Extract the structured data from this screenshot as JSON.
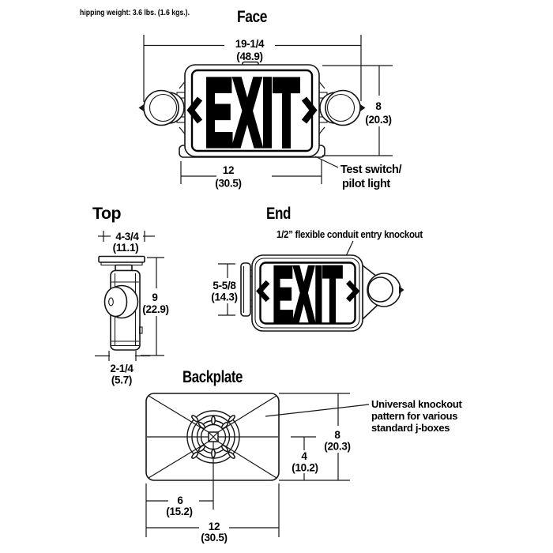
{
  "header": {
    "shipping_weight": "hipping weight: 3.6 lbs. (1.6 kgs.)."
  },
  "face": {
    "title": "Face",
    "sign_text": "EXIT",
    "dim_width": {
      "in": "19-1/4",
      "cm": "(48.9)"
    },
    "dim_height": {
      "in": "8",
      "cm": "(20.3)"
    },
    "dim_body_width": {
      "in": "12",
      "cm": "(30.5)"
    },
    "callout": {
      "line1": "Test switch/",
      "line2": "pilot light"
    }
  },
  "top": {
    "title": "Top",
    "dim_width": {
      "in": "4-3/4",
      "cm": "(11.1)"
    },
    "dim_height": {
      "in": "9",
      "cm": "(22.9)"
    },
    "dim_depth": {
      "in": "2-1/4",
      "cm": "(5.7)"
    }
  },
  "end": {
    "title": "End",
    "sign_text": "EXIT",
    "callout": "1/2” flexible conduit entry knockout",
    "dim_height": {
      "in": "5-5/8",
      "cm": "(14.3)"
    }
  },
  "backplate": {
    "title": "Backplate",
    "callout": {
      "line1": "Universal knockout",
      "line2": "pattern for various",
      "line3": "standard j-boxes"
    },
    "dim_half_height": {
      "in": "4",
      "cm": "(10.2)"
    },
    "dim_height": {
      "in": "8",
      "cm": "(20.3)"
    },
    "dim_half_width": {
      "in": "6",
      "cm": "(15.2)"
    },
    "dim_width": {
      "in": "12",
      "cm": "(30.5)"
    }
  },
  "colors": {
    "line": "#161616",
    "background": "#ffffff",
    "text": "#000000"
  }
}
